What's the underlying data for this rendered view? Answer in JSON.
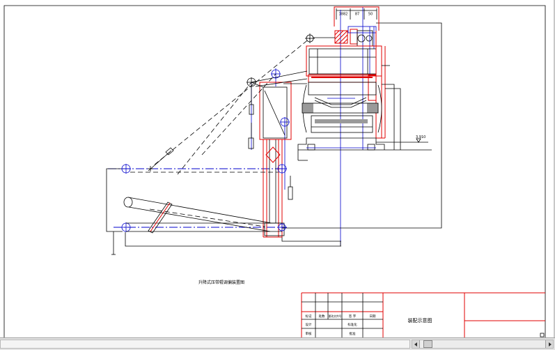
{
  "colors": {
    "ink": "#000000",
    "red": "#e00000",
    "blue": "#0000cc",
    "shade": "#9a9a9a",
    "chrome": "#e4e4e4"
  },
  "drawing": {
    "dimensions": [
      "1882",
      "87",
      "50"
    ],
    "elevation_mark": "3.910",
    "caption": "升降式压带辊调偏装置图"
  },
  "title_block": {
    "header_row": [
      "标记",
      "处数",
      "更改文件号",
      "签 字",
      "日期"
    ],
    "rows": [
      [
        "设计",
        "标准化"
      ],
      [
        "审核",
        "批准"
      ]
    ],
    "drawing_name": "装配示意图"
  },
  "scrollbar": {
    "left_icon": "scroll-left-arrow-icon",
    "right_icon": "scroll-right-arrow-icon",
    "scroll_fraction": 0.03
  }
}
